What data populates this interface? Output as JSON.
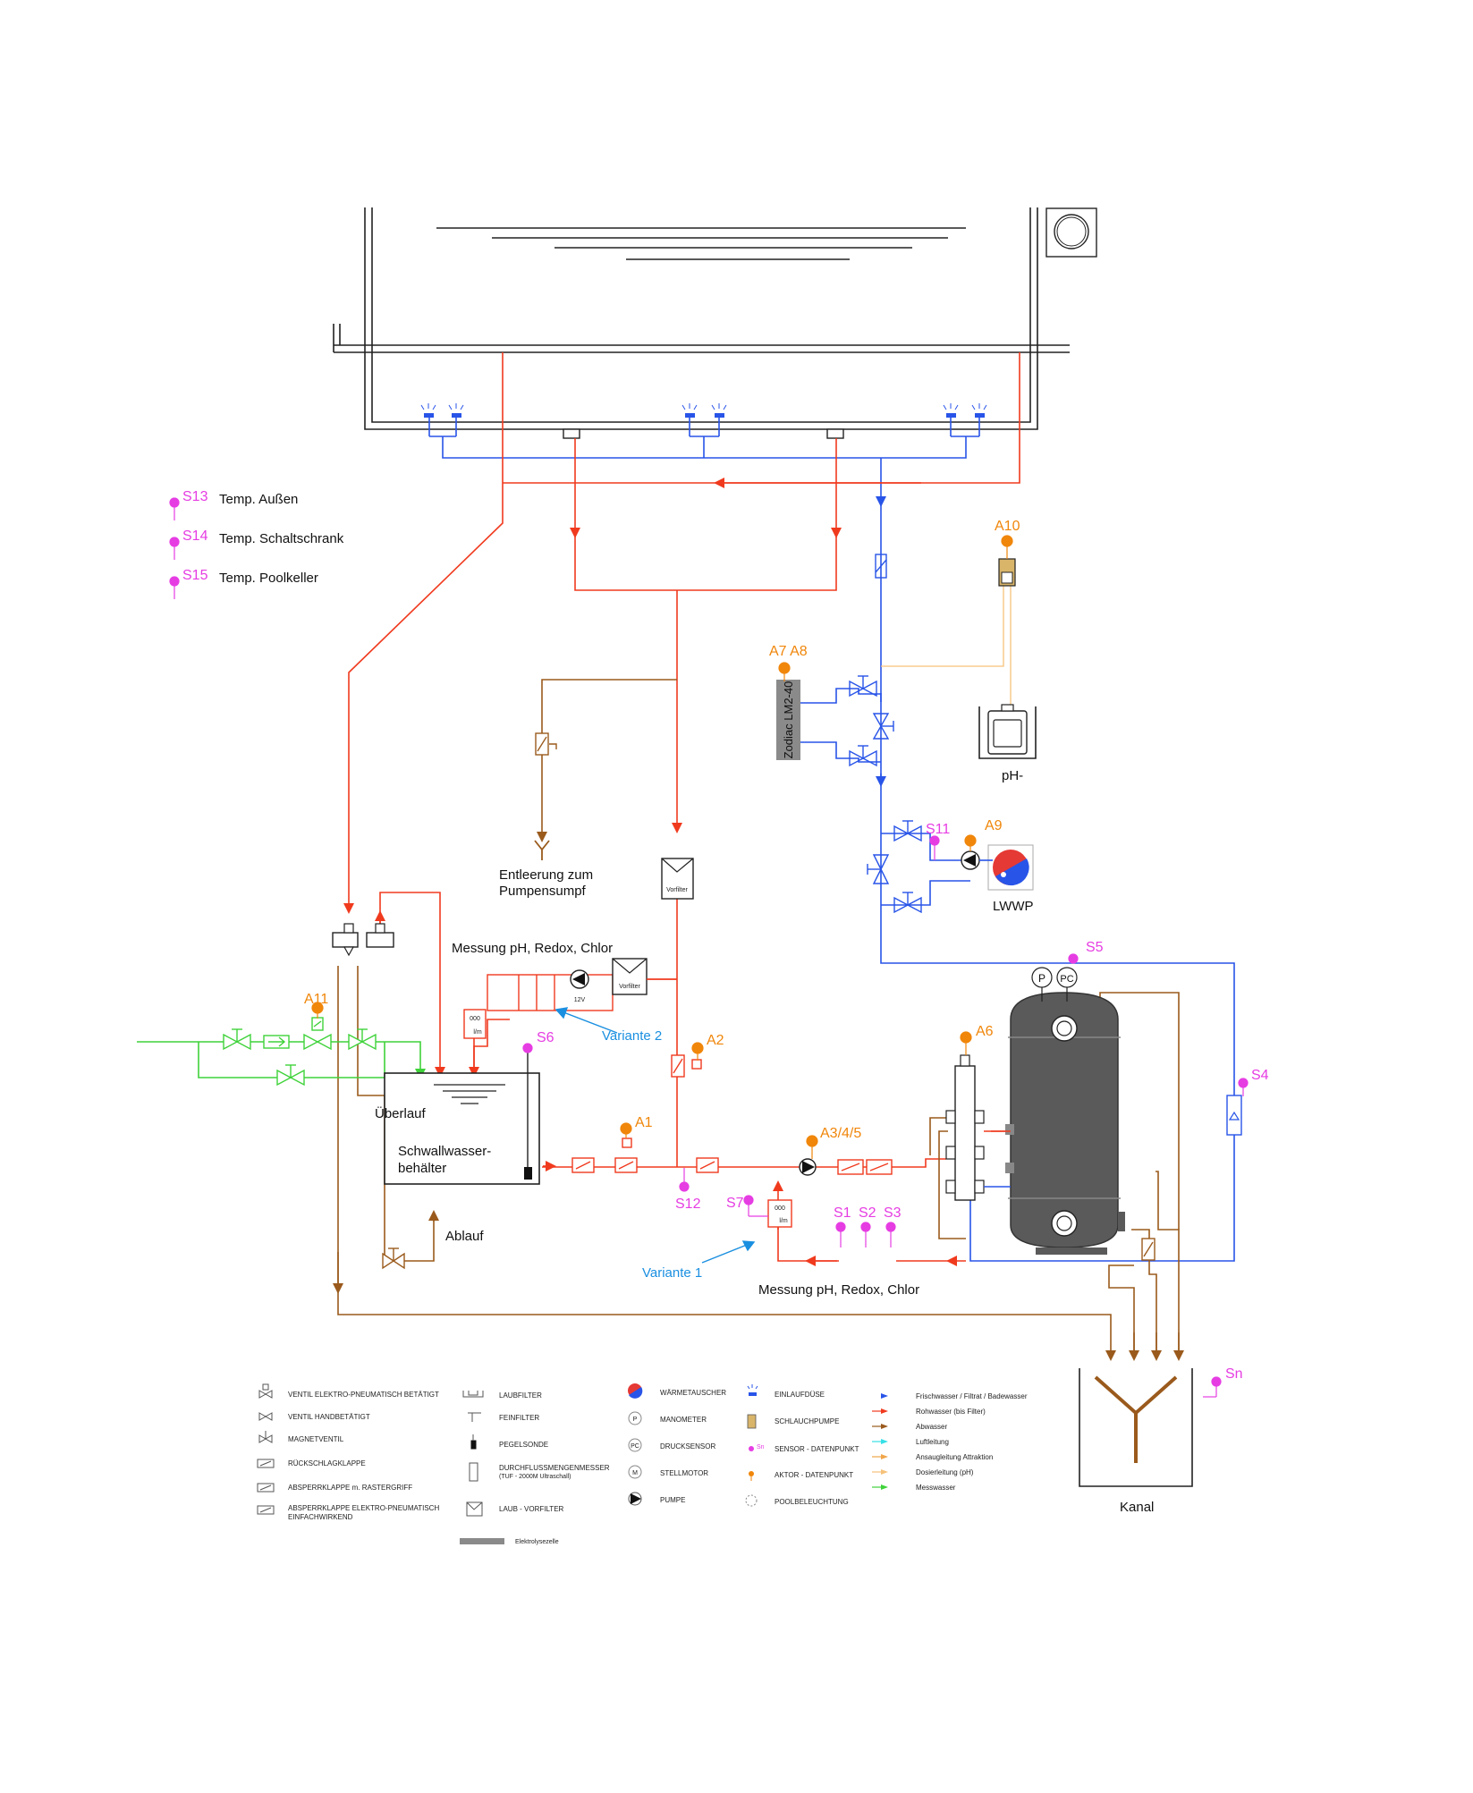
{
  "sensors_side": [
    {
      "id": "S13",
      "label": "Temp. Außen"
    },
    {
      "id": "S14",
      "label": "Temp. Schaltschrank"
    },
    {
      "id": "S15",
      "label": "Temp. Poolkeller"
    }
  ],
  "labels": {
    "entleerung_1": "Entleerung zum",
    "entleerung_2": "Pumpensumpf",
    "vorfilter": "Vorfilter",
    "messung_top": "Messung pH, Redox, Chlor",
    "messung_bottom": "Messung pH, Redox, Chlor",
    "variante2": "Variante 2",
    "variante1": "Variante 1",
    "ueberlauf": "Überlauf",
    "schwall_1": "Schwallwasser-",
    "schwall_2": "behälter",
    "ablauf": "Ablauf",
    "zodiac": "Zodiac LM2-40",
    "ph_minus": "pH-",
    "lwwp": "LWWP",
    "kanal": "Kanal",
    "v12": "12V",
    "flow_unit": "l/m",
    "flow_digits": "000",
    "p": "P",
    "pc": "PC"
  },
  "points": {
    "A1": "A1",
    "A2": "A2",
    "A3": "A3/4/5",
    "A6": "A6",
    "A7": "A7 A8",
    "A9": "A9",
    "A10": "A10",
    "A11": "A11",
    "S1": "S1",
    "S2": "S2",
    "S3": "S3",
    "S4": "S4",
    "S5": "S5",
    "S6": "S6",
    "S7": "S7",
    "S11": "S11",
    "S12": "S12",
    "Sn": "Sn"
  },
  "legend": {
    "col1": [
      "VENTIL ELEKTRO-PNEUMATISCH BETÄTIGT",
      "VENTIL HANDBETÄTIGT",
      "MAGNETVENTIL",
      "RÜCKSCHLAGKLAPPE",
      "ABSPERRKLAPPE m. RASTERGRIFF",
      "ABSPERRKLAPPE ELEKTRO-PNEUMATISCH",
      "EINFACHWIRKEND"
    ],
    "col2": [
      "LAUBFILTER",
      "FEINFILTER",
      "PEGELSONDE",
      "DURCHFLUSSMENGENMESSER",
      "(TUF - 2000M Ultraschall)",
      "LAUB - VORFILTER",
      "Elektrolysezelle"
    ],
    "col3": [
      "WÄRMETAUSCHER",
      "MANOMETER",
      "DRUCKSENSOR",
      "STELLMOTOR",
      "PUMPE"
    ],
    "col4": [
      "EINLAUFDÜSE",
      "SCHLAUCHPUMPE",
      "SENSOR - DATENPUNKT",
      "AKTOR - DATENPUNKT",
      "POOLBELEUCHTUNG"
    ],
    "col5": [
      "Frischwasser / Filtrat / Badewasser",
      "Rohwasser (bis Filter)",
      "Abwasser",
      "Luftleitung",
      "Ansaugleitung Attraktion",
      "Dosierleitung (pH)",
      "Messwasser"
    ],
    "icon_text": {
      "mano": "P",
      "druck": "PC",
      "motor": "M",
      "sensor": "Sn"
    }
  },
  "colors": {
    "rohwasser": "#f03a1e",
    "frischwasser": "#2854e8",
    "abwasser": "#9a5a1c",
    "messwasser": "#3fd23a",
    "dosier": "#f6c27a",
    "luft": "#36e0e6",
    "sensor": "#e63de3",
    "aktor": "#f0860a"
  }
}
